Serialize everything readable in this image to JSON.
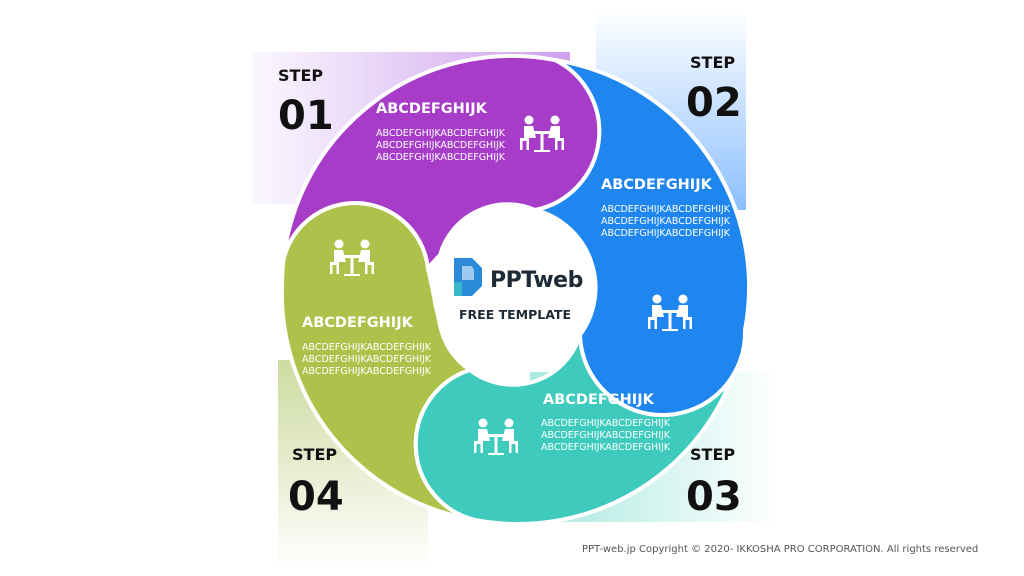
{
  "colors": {
    "step1": "#a63cc8",
    "step2": "#1f86f0",
    "step3": "#3ecbbd",
    "step4": "#acc24a",
    "text_dark": "#111111"
  },
  "center": {
    "brand": "PPTweb",
    "subtitle": "FREE TEMPLATE"
  },
  "steps": [
    {
      "label": "STEP",
      "number": "01",
      "title": "ABCDEFGHIJK",
      "body": "ABCDEFGHIJKABCDEFGHIJKABCDEFGHIJKABCDEFGHIJKABCDEFGHIJKABCDEFGHIJK",
      "icon": "meeting-icon"
    },
    {
      "label": "STEP",
      "number": "02",
      "title": "ABCDEFGHIJK",
      "body": "ABCDEFGHIJKABCDEFGHIJKABCDEFGHIJKABCDEFGHIJKABCDEFGHIJKABCDEFGHIJK",
      "icon": "meeting-icon"
    },
    {
      "label": "STEP",
      "number": "03",
      "title": "ABCDEFGHIJK",
      "body": "ABCDEFGHIJKABCDEFGHIJKABCDEFGHIJKABCDEFGHIJKABCDEFGHIJKABCDEFGHIJK",
      "icon": "meeting-icon"
    },
    {
      "label": "STEP",
      "number": "04",
      "title": "ABCDEFGHIJK",
      "body": "ABCDEFGHIJKABCDEFGHIJKABCDEFGHIJKABCDEFGHIJKABCDEFGHIJKABCDEFGHIJK",
      "icon": "meeting-icon"
    }
  ],
  "footer": {
    "copyright": "PPT-web.jp Copyright ©  2020- IKKOSHA PRO CORPORATION. All rights reserved"
  }
}
